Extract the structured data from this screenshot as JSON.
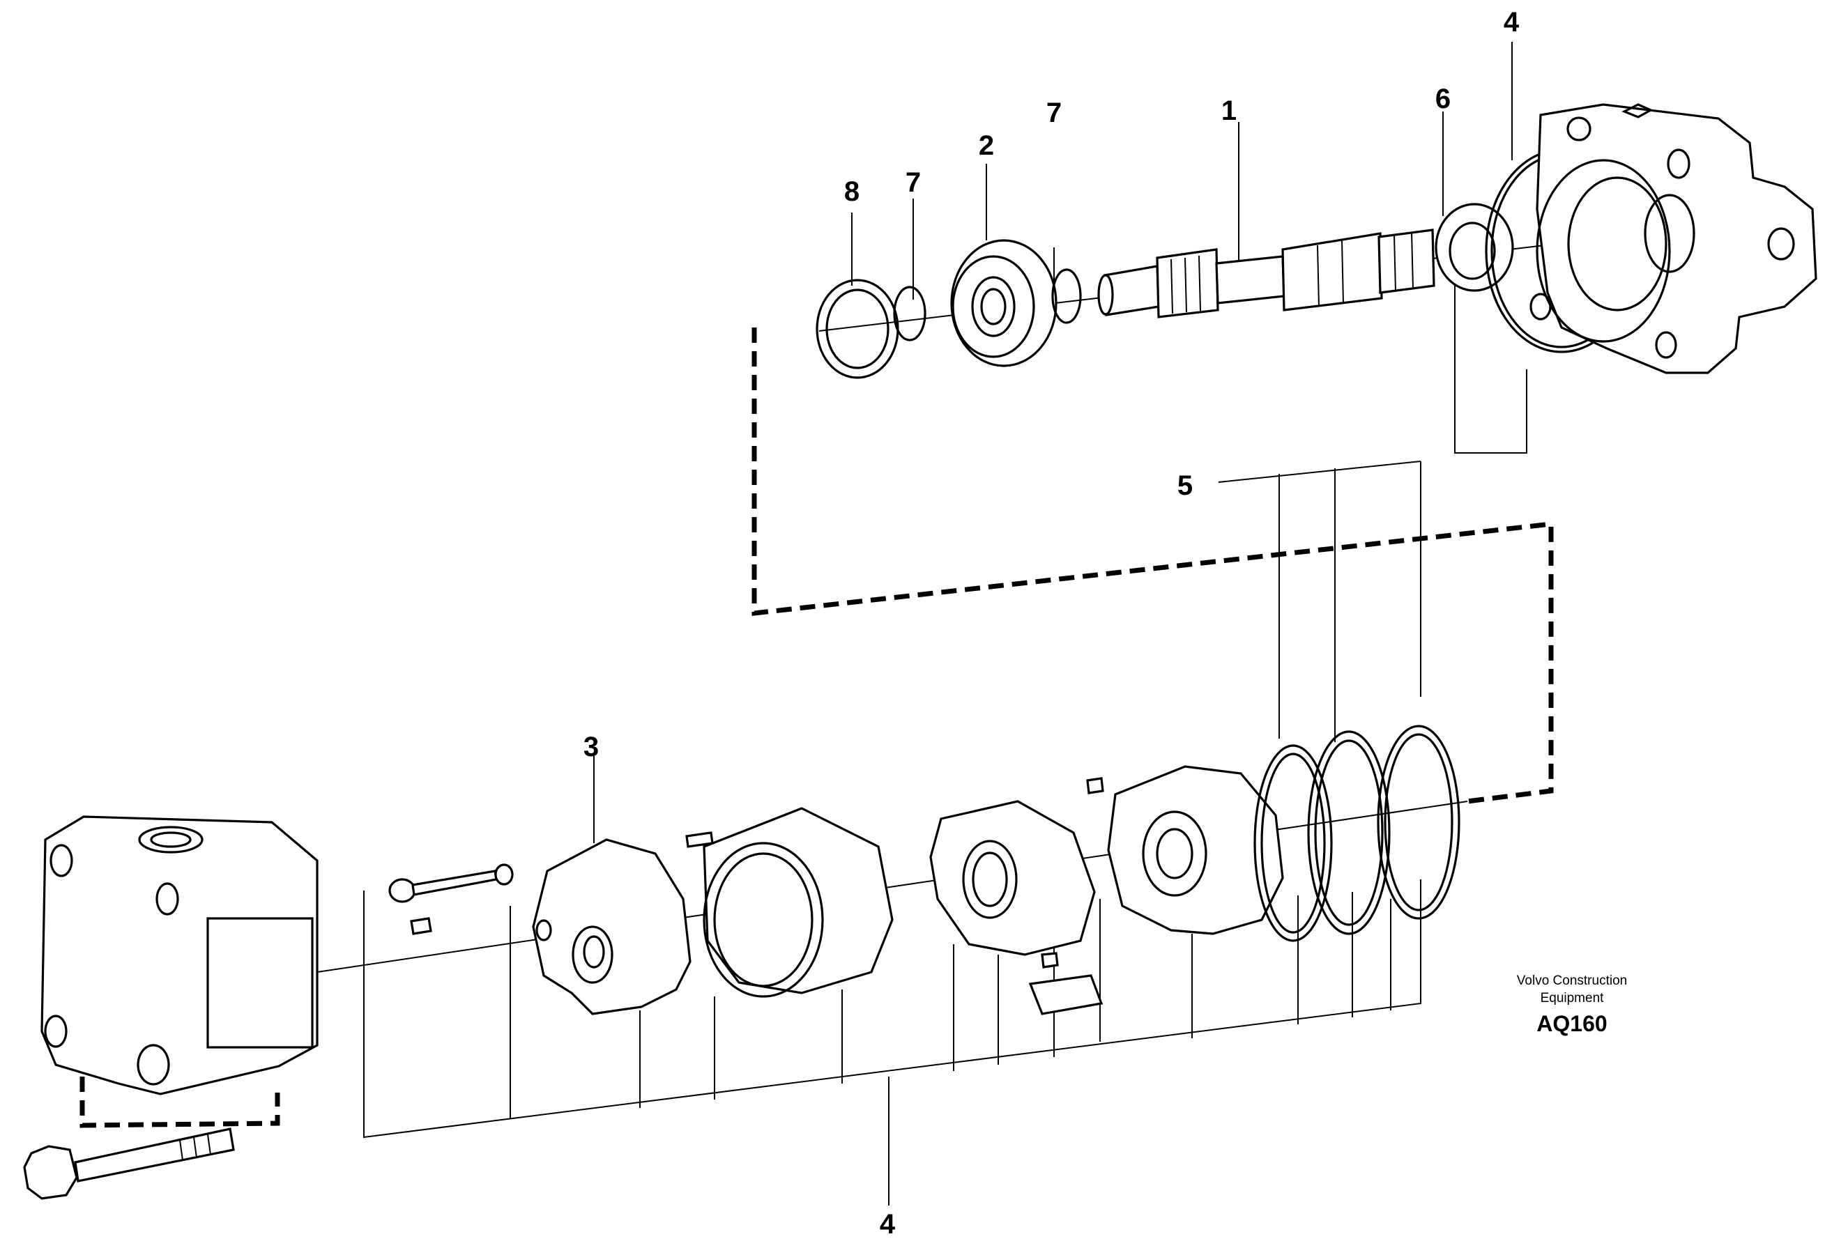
{
  "callouts": {
    "c1": "1",
    "c2": "2",
    "c3": "3",
    "c4_top": "4",
    "c4_bottom": "4",
    "c5": "5",
    "c6": "6",
    "c7_left": "7",
    "c7_right": "7",
    "c8": "8"
  },
  "brand": {
    "line1": "Volvo Construction",
    "line2": "Equipment",
    "code": "AQ160"
  }
}
